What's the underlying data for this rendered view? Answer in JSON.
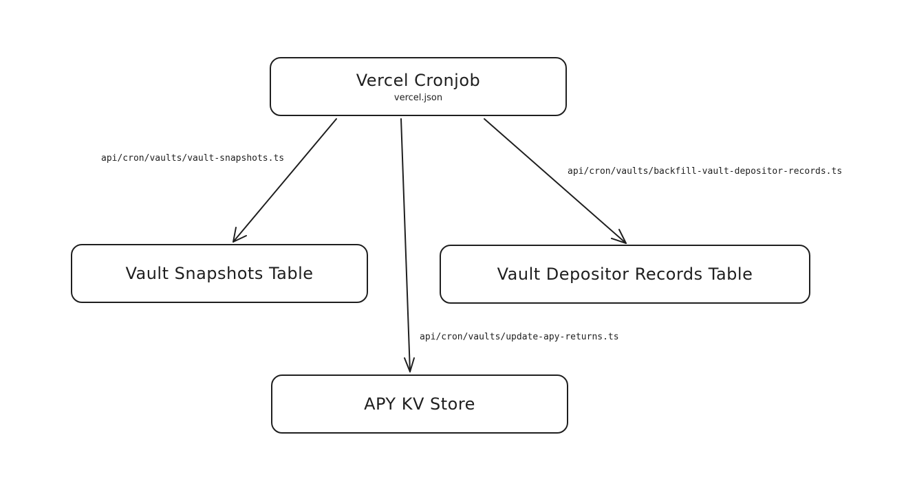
{
  "nodes": {
    "cron": {
      "title": "Vercel Cronjob",
      "subtitle": "vercel.json"
    },
    "snapshots": {
      "title": "Vault Snapshots Table"
    },
    "depositor": {
      "title": "Vault Depositor Records Table"
    },
    "apy": {
      "title": "APY KV Store"
    }
  },
  "edges": [
    {
      "from": "cron",
      "to": "snapshots",
      "label": "api/cron/vaults/vault-snapshots.ts"
    },
    {
      "from": "cron",
      "to": "depositor",
      "label": "api/cron/vaults/backfill-vault-depositor-records.ts"
    },
    {
      "from": "cron",
      "to": "apy",
      "label": "api/cron/vaults/update-apy-returns.ts"
    }
  ],
  "colors": {
    "stroke": "#1e1e1e",
    "background": "#ffffff"
  }
}
